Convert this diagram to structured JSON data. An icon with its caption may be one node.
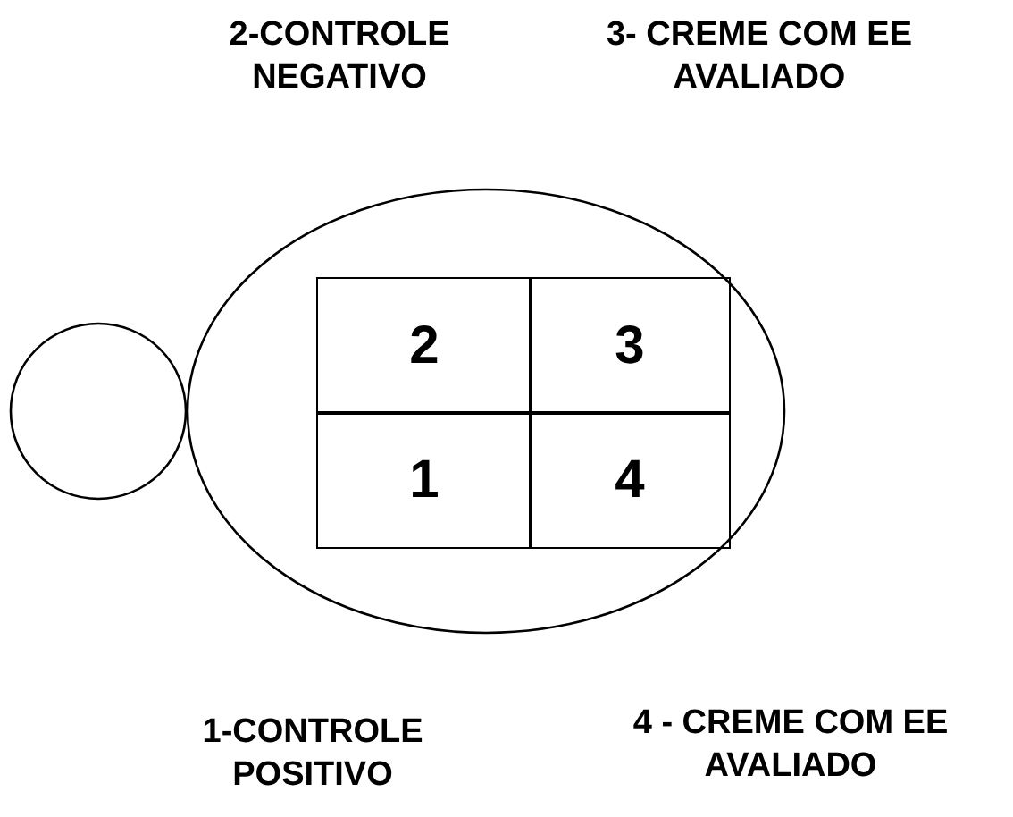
{
  "diagram": {
    "nodes": [
      {
        "text": [],
        "shape": "circle"
      },
      {
        "text": [],
        "shape": "circle"
      },
      {
        "text": [
          "2"
        ],
        "in": 1
      },
      {
        "text": [
          "3"
        ],
        "in": 1
      },
      {
        "text": [
          "1"
        ],
        "in": 1
      },
      {
        "text": [
          "4"
        ],
        "in": 1
      }
    ],
    "labels": [
      "2-CONTROLE NEGATIVO",
      "3- CREME COM EE AVALIADO",
      "1-CONTROLE POSITIVO",
      "4 - CREME COM EE AVALIADO"
    ]
  }
}
